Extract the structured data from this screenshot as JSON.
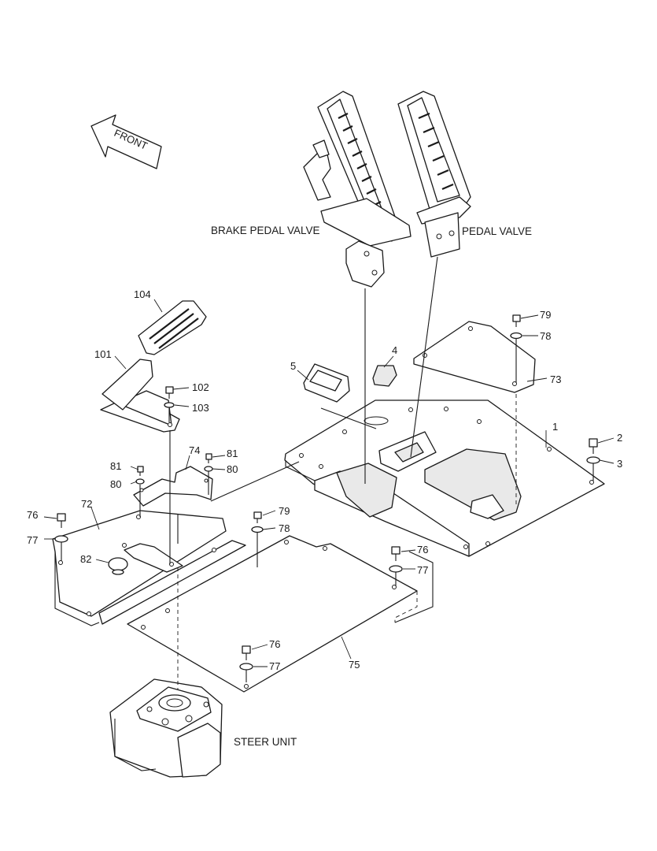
{
  "front_arrow": {
    "text": "FRONT"
  },
  "assemblies": {
    "brake_pedal_valve": "BRAKE PEDAL VALVE",
    "pedal_valve": "PEDAL VALVE",
    "steer_unit": "STEER UNIT"
  },
  "callouts": {
    "c1": "1",
    "c2": "2",
    "c3": "3",
    "c4": "4",
    "c5": "5",
    "c72": "72",
    "c73": "73",
    "c74": "74",
    "c75": "75",
    "c76a": "76",
    "c76b": "76",
    "c76c": "76",
    "c77a": "77",
    "c77b": "77",
    "c77c": "77",
    "c78a": "78",
    "c78b": "78",
    "c79a": "79",
    "c79b": "79",
    "c80a": "80",
    "c80b": "80",
    "c81a": "81",
    "c81b": "81",
    "c82": "82",
    "c101": "101",
    "c102": "102",
    "c103": "103",
    "c104": "104"
  }
}
